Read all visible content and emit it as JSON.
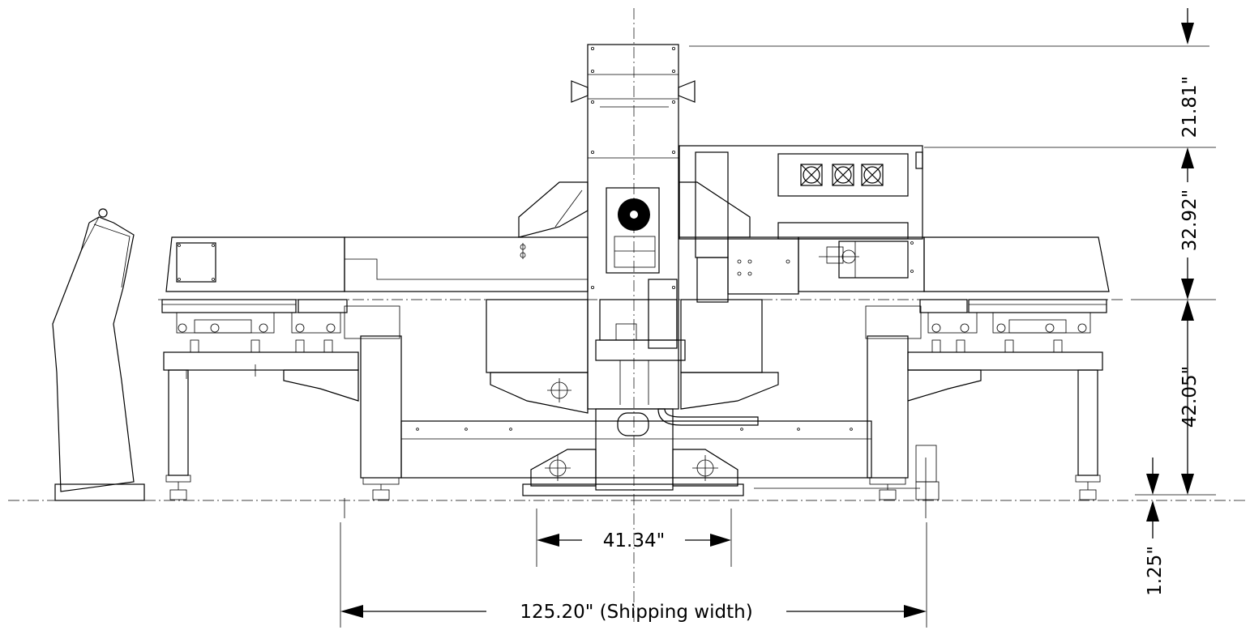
{
  "dimensions": {
    "top_height": "21.81\"",
    "upper_height": "32.92\"",
    "frame_height": "42.05\"",
    "foot_clearance": "1.25\"",
    "base_width": "41.34\"",
    "shipping_width": "125.20\" (Shipping width)"
  },
  "colors": {
    "line": "#000000",
    "background": "#ffffff"
  }
}
